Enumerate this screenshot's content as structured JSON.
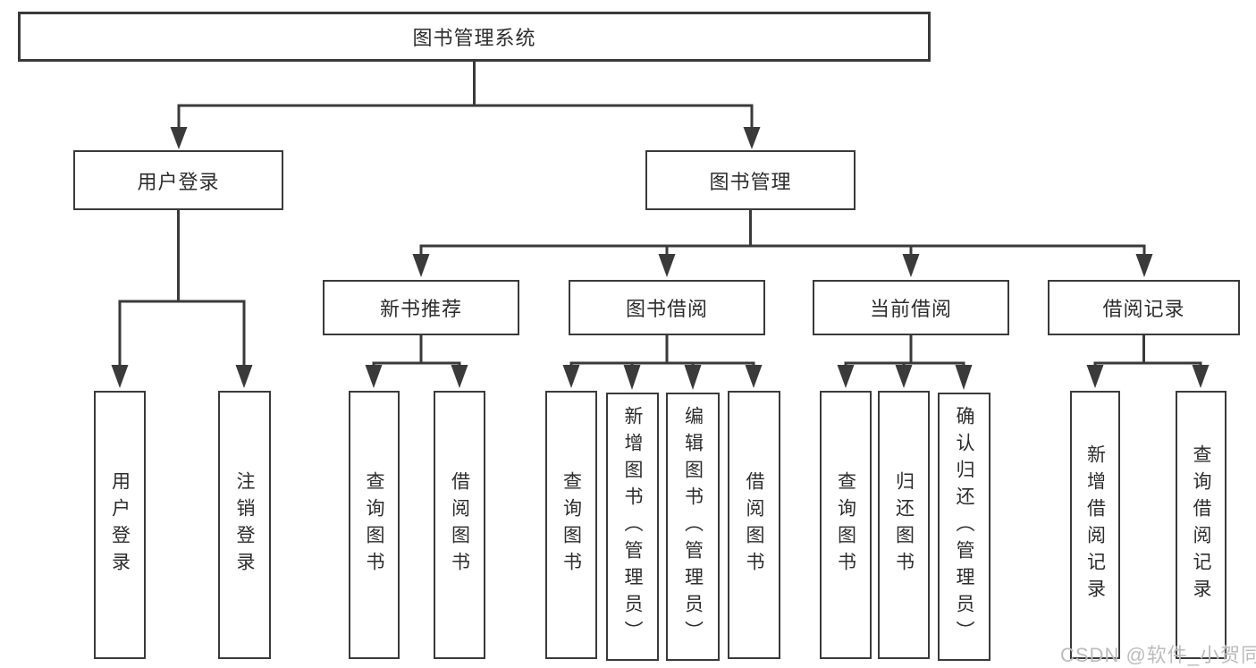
{
  "tree": {
    "label": "图书管理系统",
    "children": [
      {
        "label": "用户登录",
        "children": [
          {
            "label": "用户登录"
          },
          {
            "label": "注销登录"
          }
        ]
      },
      {
        "label": "图书管理",
        "children": [
          {
            "label": "新书推荐",
            "children": [
              {
                "label": "查询图书"
              },
              {
                "label": "借阅图书"
              }
            ]
          },
          {
            "label": "图书借阅",
            "children": [
              {
                "label": "查询图书"
              },
              {
                "label": "新增图书（管理员）"
              },
              {
                "label": "编辑图书（管理员）"
              },
              {
                "label": "借阅图书"
              }
            ]
          },
          {
            "label": "当前借阅",
            "children": [
              {
                "label": "查询图书"
              },
              {
                "label": "归还图书"
              },
              {
                "label": "确认归还（管理员）"
              }
            ]
          },
          {
            "label": "借阅记录",
            "children": [
              {
                "label": "新增借阅记录"
              },
              {
                "label": "查询借阅记录"
              }
            ]
          }
        ]
      }
    ]
  },
  "watermark": {
    "text": "CSDN @软件_小贺同学"
  },
  "colors": {
    "line": "#3a3a3a",
    "fill": "#ffffff",
    "text": "#2d2d2d",
    "wm": "#bcbcbc"
  }
}
